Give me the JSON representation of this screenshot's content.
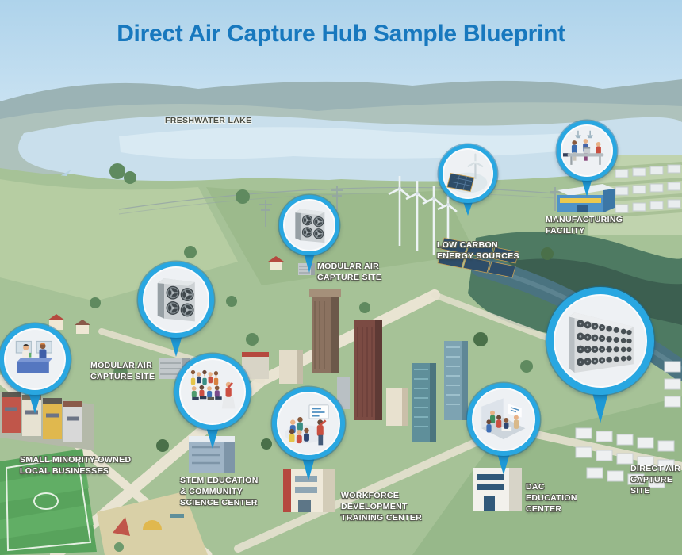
{
  "title": "Direct Air Capture Hub Sample Blueprint",
  "colors": {
    "title_blue": "#1878be",
    "pin_ring_blue": "#29a7e1",
    "pin_tail_blue": "#1d99d6",
    "label_light": "#ffffff",
    "label_dark": "#4b4f46",
    "sky": "#b3d6ec",
    "lake": "#cadfec",
    "field_green": "#a6c297"
  },
  "map_labels": {
    "freshwater_lake": "FRESHWATER LAKE"
  },
  "markers": {
    "modular_site_center": {
      "label": "MODULAR AIR\nCAPTURE SITE",
      "icon": "fan-unit-2x2"
    },
    "modular_site_left": {
      "label": "MODULAR AIR\nCAPTURE SITE",
      "icon": "fan-unit-2x2"
    },
    "low_carbon": {
      "label": "LOW CARBON\nENERGY SOURCES",
      "icon": "wind-turbine-and-solar-panel"
    },
    "manufacturing": {
      "label": "MANUFACTURING\nFACILITY",
      "icon": "assembly-line-workers"
    },
    "small_business": {
      "label": "SMALL MINORITY-OWNED\nLOCAL BUSINESSES",
      "icon": "shop-counter-people"
    },
    "stem": {
      "label": "STEM EDUCATION\n& COMMUNITY\nSCIENCE CENTER",
      "icon": "community-group"
    },
    "workforce": {
      "label": "WORKFORCE\nDEVELOPMENT\nTRAINING CENTER",
      "icon": "training-session"
    },
    "dac_education": {
      "label": "DAC\nEDUCATION\nCENTER",
      "icon": "classroom"
    },
    "dac_site": {
      "label": "DIRECT AIR\nCAPTURE SITE",
      "icon": "fan-wall-4x8"
    }
  }
}
